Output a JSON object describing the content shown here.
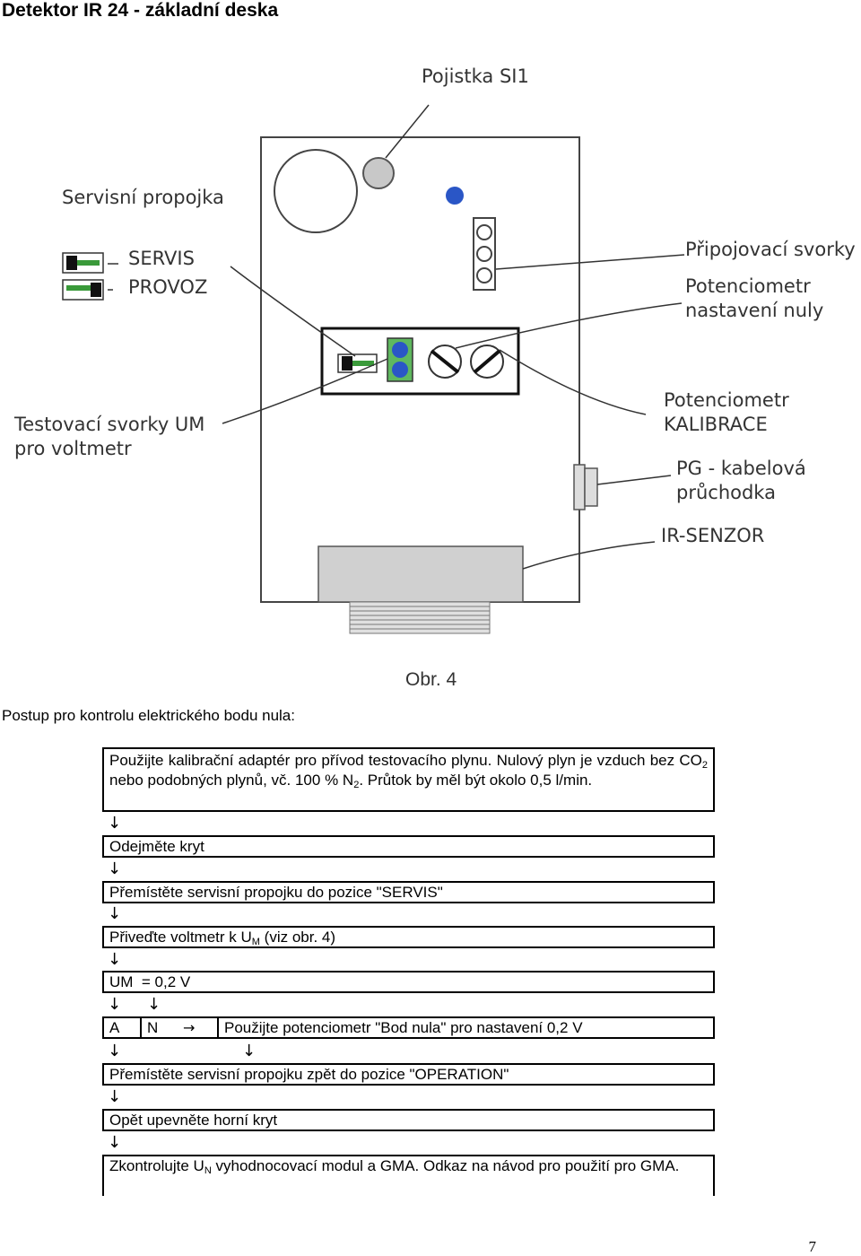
{
  "document": {
    "title": "Detektor IR 24 - základní deska",
    "page_number": "7"
  },
  "figure": {
    "caption": "Obr. 4",
    "labels": {
      "fuse": "Pojistka SI1",
      "service_jumper": "Servisní propojka",
      "servis": "SERVIS",
      "provoz": "PROVOZ",
      "terminals": "Připojovací svorky",
      "pot_zero_line1": "Potenciometr",
      "pot_zero_line2": "nastavení nuly",
      "test_line1": "Testovací svorky UM",
      "test_line2": "pro voltmetr",
      "pot_cal_line1": "Potenciometr",
      "pot_cal_line2": "KALIBRACE",
      "pg_line1": "PG - kabelová",
      "pg_line2": "průchodka",
      "sensor": "IR-SENZOR"
    }
  },
  "procedure": {
    "intro": "Postup pro kontrolu elektrického bodu nula:",
    "step1": {
      "a": "Použijte kalibrační adaptér pro přívod testovacího plynu. Nulový plyn je vzduch bez CO",
      "sub1": "2",
      "b": " nebo podobných plynů, vč. 100 % N",
      "sub2": "2",
      "c": ". Průtok by měl být okolo 0,5 l/min."
    },
    "step2": "Odejměte kryt",
    "step3": "Přemístěte servisní propojku do pozice \"SERVIS\"",
    "step4": {
      "a": "Přiveďte voltmetr k U",
      "sub": "M",
      "b": " (viz obr. 4)"
    },
    "step5": "UM  = 0,2 V",
    "branch": {
      "a": "A",
      "n": "N",
      "action": "Použijte potenciometr \"Bod nula\" pro nastavení 0,2 V"
    },
    "step6": "Přemístěte servisní propojku zpět do pozice \"OPERATION\"",
    "step7": "Opět upevněte horní kryt",
    "step8": {
      "a": "Zkontrolujte U",
      "sub": "N",
      "b": " vyhodnocovací modul a GMA. Odkaz na návod pro použití pro GMA."
    },
    "arrow_down": "↓",
    "arrow_right": "→"
  }
}
